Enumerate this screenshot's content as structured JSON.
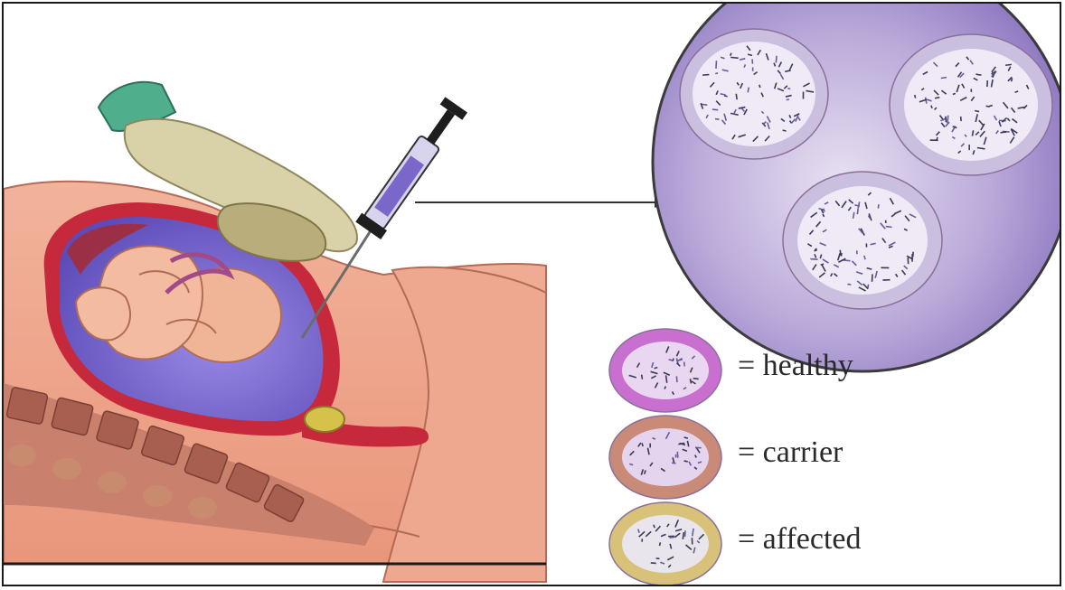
{
  "legend": {
    "items": [
      {
        "id": "healthy",
        "label": "= healthy",
        "ring_color": "#c86fd0",
        "inner_color": "#e9d6f0"
      },
      {
        "id": "carrier",
        "label": "= carrier",
        "ring_color": "#c98a78",
        "inner_color": "#e4d4ee"
      },
      {
        "id": "affected",
        "label": "= affected",
        "ring_color": "#d8c27a",
        "inner_color": "#e8e6ec"
      }
    ]
  },
  "colors": {
    "skin": "#eaa58e",
    "skin_dark": "#d9876e",
    "uterus_wall": "#c6283c",
    "amniotic_fluid": "#7f6fd6",
    "spine": "#a9675a",
    "glove": "#d9d2a8",
    "cuff": "#4fae8c",
    "magnifier_bg": "#b7a6d6",
    "syringe_fluid": "#7b66c9"
  }
}
